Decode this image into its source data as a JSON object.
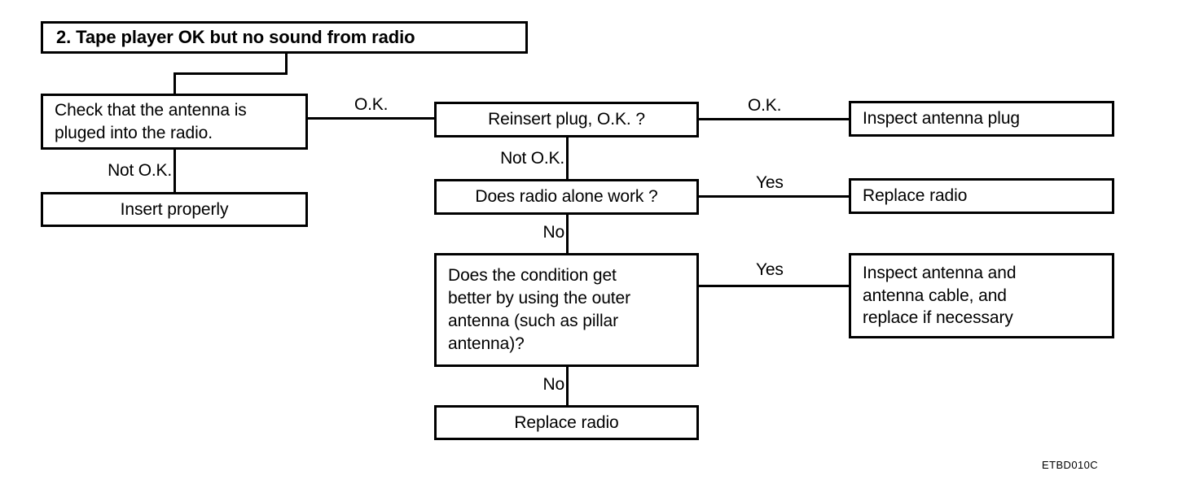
{
  "diagram": {
    "title_box": {
      "label": "2. Tape player OK but no sound from radio"
    },
    "nodes": {
      "check_antenna": "Check that the antenna is\npluged into the radio.",
      "insert_properly": "Insert properly",
      "reinsert_plug": "Reinsert plug, O.K. ?",
      "inspect_antenna_plug": "Inspect antenna plug",
      "does_radio_alone_work": "Does radio alone work ?",
      "replace_radio_top": "Replace radio",
      "outer_antenna_question": "Does the condition get\nbetter by using the outer\nantenna (such as pillar\nantenna)?",
      "inspect_antenna_cable": "Inspect antenna and\nantenna cable, and\nreplace if necessary",
      "replace_radio_bottom": "Replace radio"
    },
    "edge_labels": {
      "check_to_reinsert": "O.K.",
      "check_to_insert": "Not O.K.",
      "reinsert_to_inspect": "O.K.",
      "reinsert_to_radio_alone": "Not O.K.",
      "radio_alone_to_replace": "Yes",
      "radio_alone_to_outer": "No",
      "outer_to_inspect_cable": "Yes",
      "outer_to_replace_radio": "No"
    },
    "footer_code": "ETBD010C",
    "colors": {
      "ink": "#000000",
      "background": "#ffffff"
    }
  }
}
